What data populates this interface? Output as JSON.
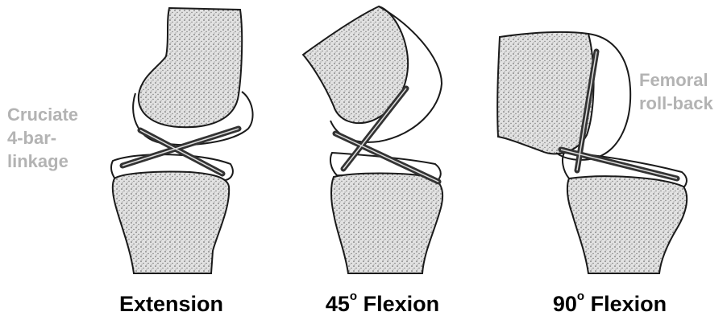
{
  "annotations": {
    "left": [
      "Cruciate",
      "4-bar-",
      "linkage"
    ],
    "right": [
      "Femoral",
      "roll-back"
    ]
  },
  "panels": [
    {
      "caption_main": "Extension",
      "caption_sup": "",
      "caption_tail": ""
    },
    {
      "caption_main": "45",
      "caption_sup": "o",
      "caption_tail": " Flexion"
    },
    {
      "caption_main": "90",
      "caption_sup": "o",
      "caption_tail": " Flexion"
    }
  ],
  "colors": {
    "bone_fill": "#d9d9d9",
    "outline": "#1a1a1a",
    "annotation": "#b3b3b3"
  }
}
